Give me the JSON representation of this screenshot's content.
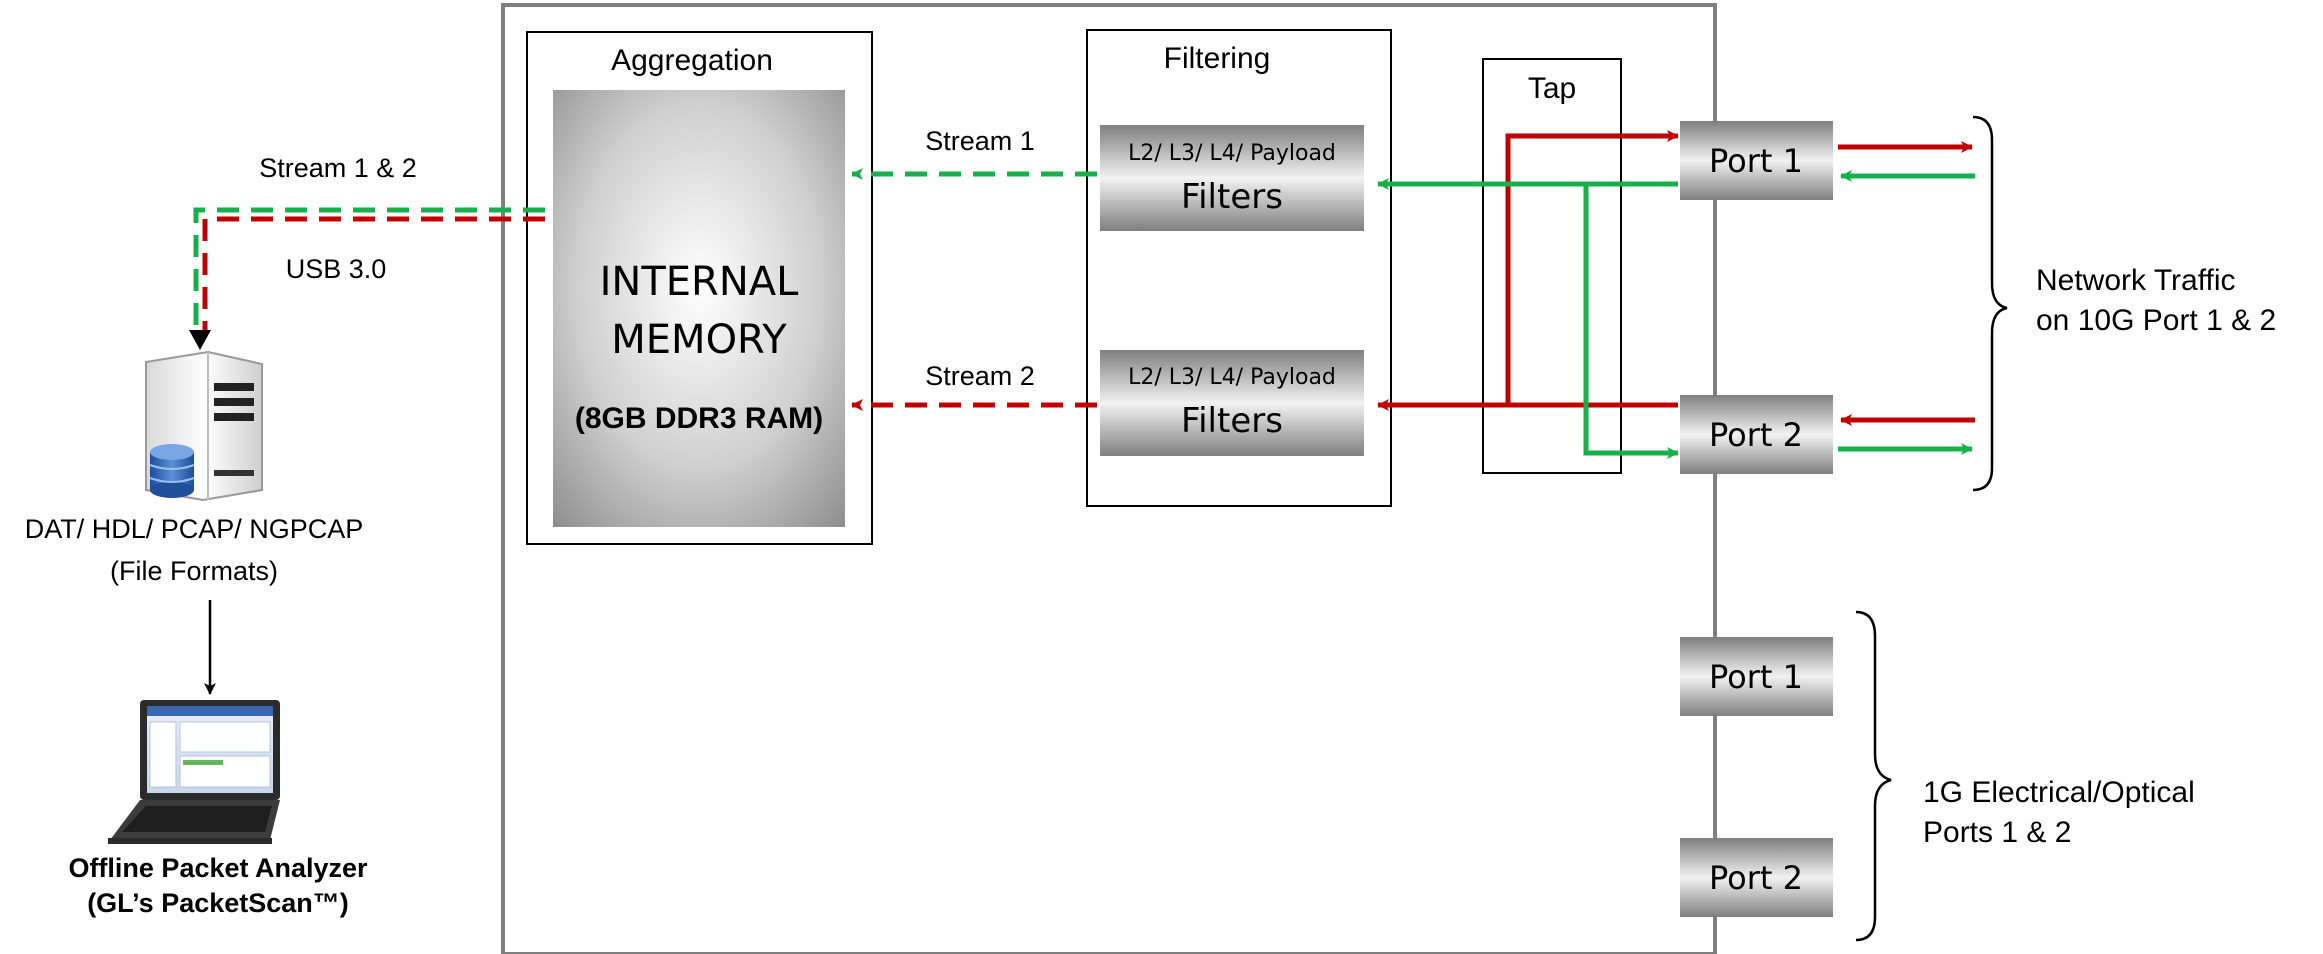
{
  "aggregation": {
    "title": "Aggregation",
    "memory_line1": "INTERNAL",
    "memory_line2": "MEMORY",
    "memory_spec": "(8GB DDR3 RAM)"
  },
  "filtering": {
    "title": "Filtering",
    "filter1_top": "L2/ L3/ L4/ Payload",
    "filter1_bottom": "Filters",
    "filter2_top": "L2/ L3/ L4/ Payload",
    "filter2_bottom": "Filters"
  },
  "tap": {
    "title": "Tap"
  },
  "ports_10g": {
    "port1": "Port 1",
    "port2": "Port 2",
    "caption_line1": "Network Traffic",
    "caption_line2": "on 10G Port 1 & 2"
  },
  "ports_1g": {
    "port1": "Port 1",
    "port2": "Port 2",
    "caption_line1": "1G Electrical/Optical",
    "caption_line2": "Ports 1 & 2"
  },
  "streams": {
    "stream1": "Stream 1",
    "stream2": "Stream 2",
    "combined": "Stream 1 & 2",
    "interface": "USB 3.0"
  },
  "storage": {
    "formats": "DAT/ HDL/ PCAP/ NGPCAP",
    "formats_note": "(File Formats)"
  },
  "analyzer": {
    "line1": "Offline Packet Analyzer",
    "line2": "(GL’s PacketScan™)"
  },
  "colors": {
    "red": "#c00000",
    "green": "#19b04b"
  }
}
